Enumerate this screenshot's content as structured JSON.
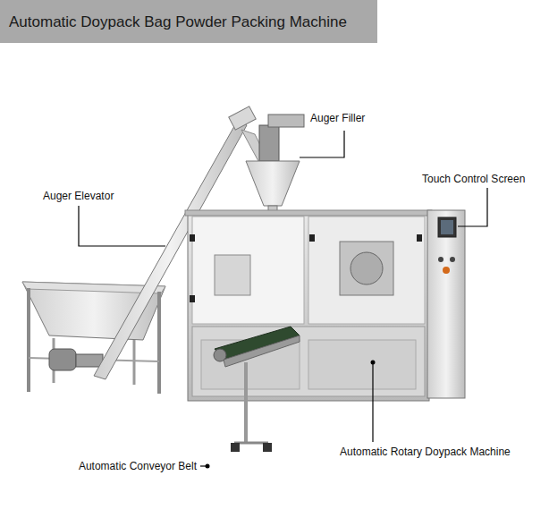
{
  "diagram": {
    "title": "Automatic Doypack Bag Powder Packing Machine",
    "labels": [
      "Auger Filler",
      "Auger Elevator",
      "Touch Control Screen",
      "Automatic Conveyor Belt",
      "Automatic Rotary Doypack Machine"
    ]
  }
}
